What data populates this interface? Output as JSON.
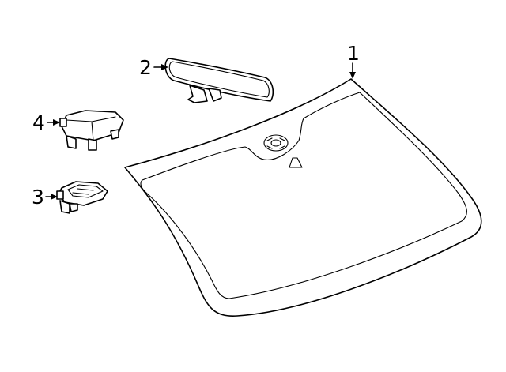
{
  "callouts": {
    "windshield": "1",
    "mirror": "2",
    "sensor": "3",
    "module": "4"
  }
}
